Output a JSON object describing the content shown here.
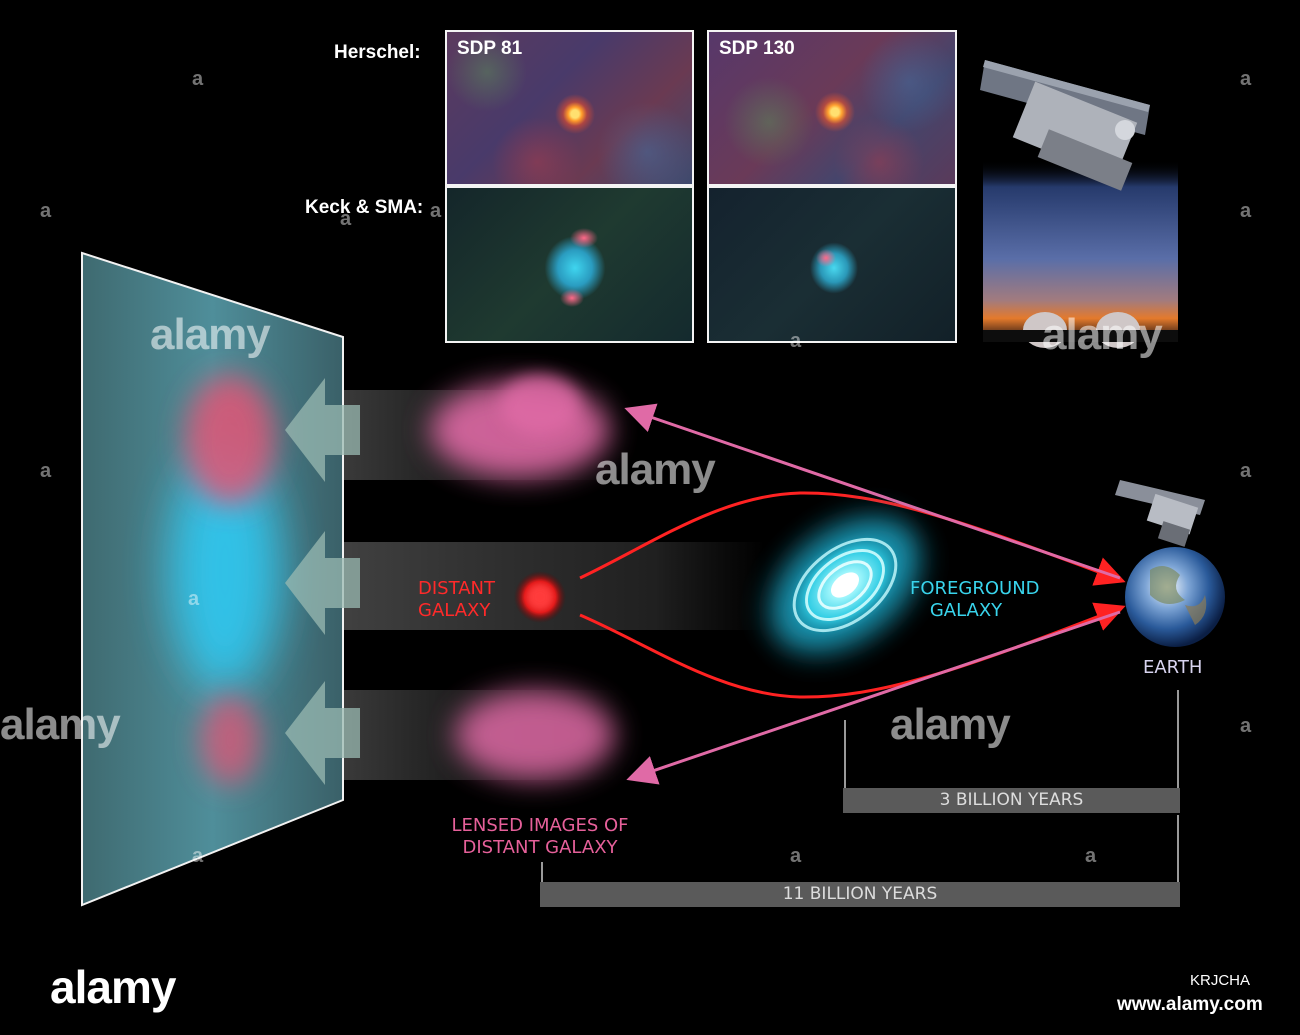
{
  "herschel_label": "Herschel:",
  "keck_label": "Keck & SMA:",
  "panels": {
    "sdp81": "SDP 81",
    "sdp130": "SDP 130"
  },
  "distant_galaxy": [
    "DISTANT",
    "GALAXY"
  ],
  "foreground_galaxy": [
    "FOREGROUND",
    "GALAXY"
  ],
  "earth": "EARTH",
  "lensed_images": [
    "LENSED IMAGES OF",
    "DISTANT GALAXY"
  ],
  "distance_short": "3 BILLION YEARS",
  "distance_long": "11 BILLION YEARS",
  "watermark": {
    "brand": "alamy",
    "mark": "a",
    "image_id": "KRJCHA",
    "url": "www.alamy.com"
  },
  "colors": {
    "distant": "#ff2a2a",
    "foreground": "#39d4ec",
    "lensed": "#e6609a",
    "earth": "#d8d4f0",
    "bar": "#5a5a5a"
  }
}
